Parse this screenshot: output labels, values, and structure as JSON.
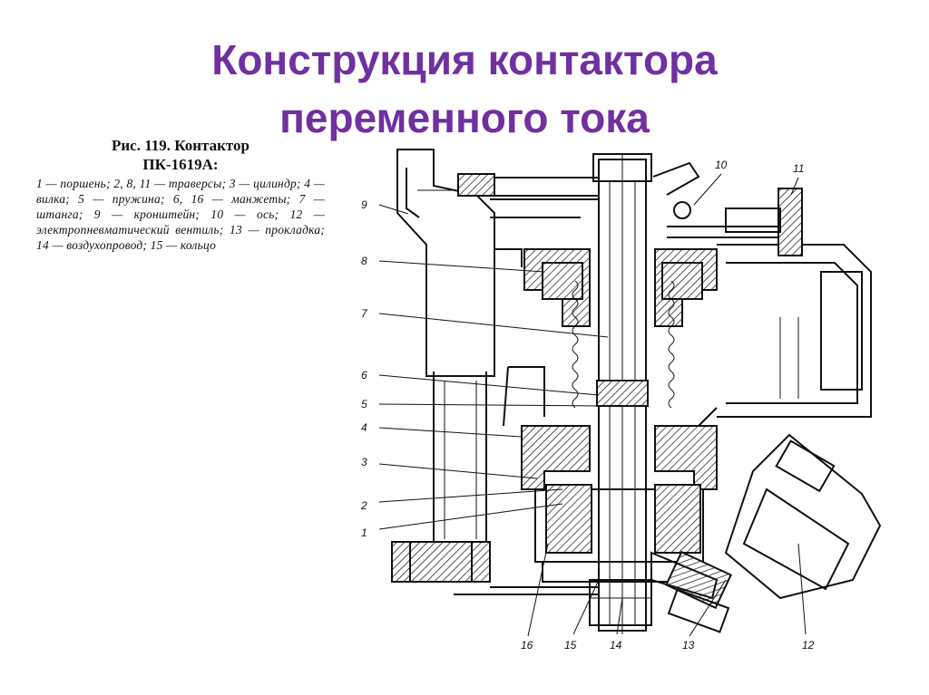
{
  "title": {
    "line1": "Конструкция контактора",
    "line2": "переменного тока"
  },
  "caption": {
    "heading_line1": "Рис. 119. Контактор",
    "heading_line2": "ПК-1619А:",
    "body": "1 — поршень; 2, 8, 11 — траверсы; 3 — цилиндр; 4 — вилка; 5 — пружина; 6, 16 — манжеты; 7 — штанга; 9 — кронштейн; 10 — ось; 12 — электропневматический вентиль; 13 — прокладка; 14 — воздухопровод; 15 — кольцо"
  },
  "diagram": {
    "labels": [
      "1",
      "2",
      "3",
      "4",
      "5",
      "6",
      "7",
      "8",
      "9",
      "10",
      "11",
      "12",
      "13",
      "14",
      "15",
      "16"
    ]
  },
  "colors": {
    "title": "#7030a0",
    "ink": "#111111",
    "background": "#ffffff"
  }
}
